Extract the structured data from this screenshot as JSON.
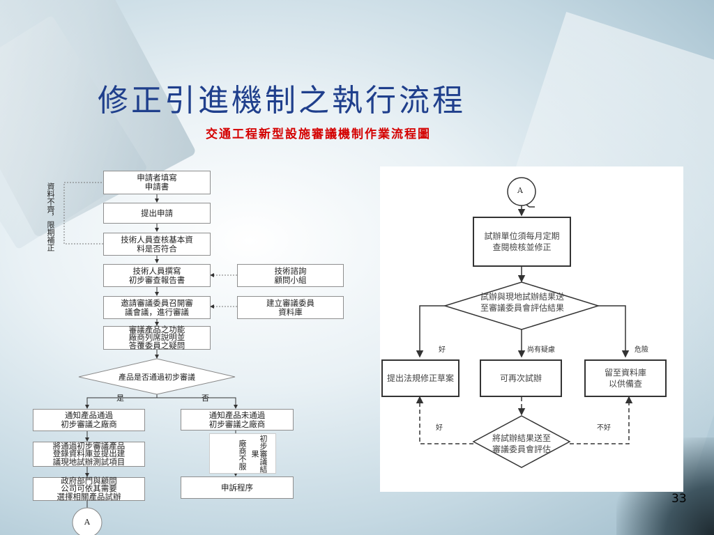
{
  "title": "修正引進機制之執行流程",
  "subtitle": "交通工程新型設施審議機制作業流程圖",
  "page_number": "33",
  "left_flow": {
    "side_note": "資料不齊，限期補正",
    "step1": "申請者填寫\n申請書",
    "step2": "提出申請",
    "step3": "技術人員查核基本資\n料是否符合",
    "step4": "技術人員撰寫\n初步審查報告書",
    "consult": "技術諮詢\n顧問小組",
    "step5": "邀請審議委員召開審\n議會議，進行審議",
    "database": "建立審議委員\n資料庫",
    "step6": "審議產品之功能\n廠商列席說明並\n答覆委員之疑問",
    "decision": "產品是否通過初步審議",
    "yes_label": "是",
    "no_label": "否",
    "pass_notice": "通知產品通過\n初步審議之廠商",
    "fail_notice": "通知產品未通過\n初步審議之廠商",
    "register": "將通過初步審議產品\n登錄資料庫並提出建\n議現地試辦測試項目",
    "not_satisfied": "廠商不服",
    "review_result": "初步審議結果",
    "appeal": "申訴程序",
    "government": "政府部門與顧問\n公司可依其需要\n選擇相關產品試辦",
    "connector": "A"
  },
  "right_flow": {
    "connector": "A",
    "monthly_review": "試辦單位須每月定期\n查閱檢核並修正",
    "decision": "試辦與現地試辦結果送\n至審議委員會評估結果",
    "label_good": "好",
    "label_doubt": "尚有疑慮",
    "label_danger": "危險",
    "box_revise": "提出法規修正草案",
    "box_retry": "可再次試辦",
    "box_archive": "留至資料庫\n以供備查",
    "label_good2": "好",
    "label_bad2": "不好",
    "bottom_decision": "將試辦結果送至\n審議委員會評估"
  }
}
